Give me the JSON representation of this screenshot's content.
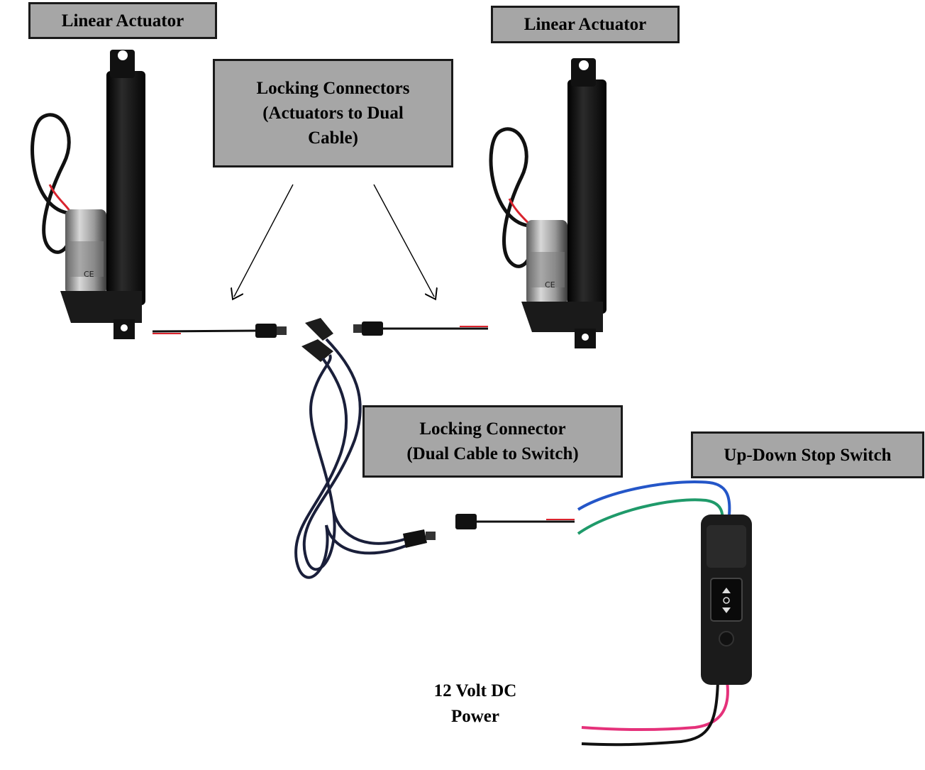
{
  "labels": {
    "actuator_left": "Linear Actuator",
    "actuator_right": "Linear Actuator",
    "locking_connectors": "Locking Connectors\n(Actuators to Dual\nCable)",
    "locking_connector_switch": "Locking Connector\n(Dual Cable to Switch)",
    "switch": "Up-Down Stop Switch",
    "power": "12 Volt DC\nPower"
  },
  "colors": {
    "label_fill": "#a6a6a6",
    "label_border": "#1a1a1a",
    "actuator_body": "#0d0d0d",
    "motor_silver": "#9a9a9a",
    "wire_red": "#d9232d",
    "wire_blue": "#2456c8",
    "wire_green": "#1f9a6a",
    "wire_pink": "#e5317a"
  },
  "icons": [
    "linear-actuator-icon",
    "locking-connector-icon",
    "dual-cable-icon",
    "rocker-switch-icon"
  ]
}
